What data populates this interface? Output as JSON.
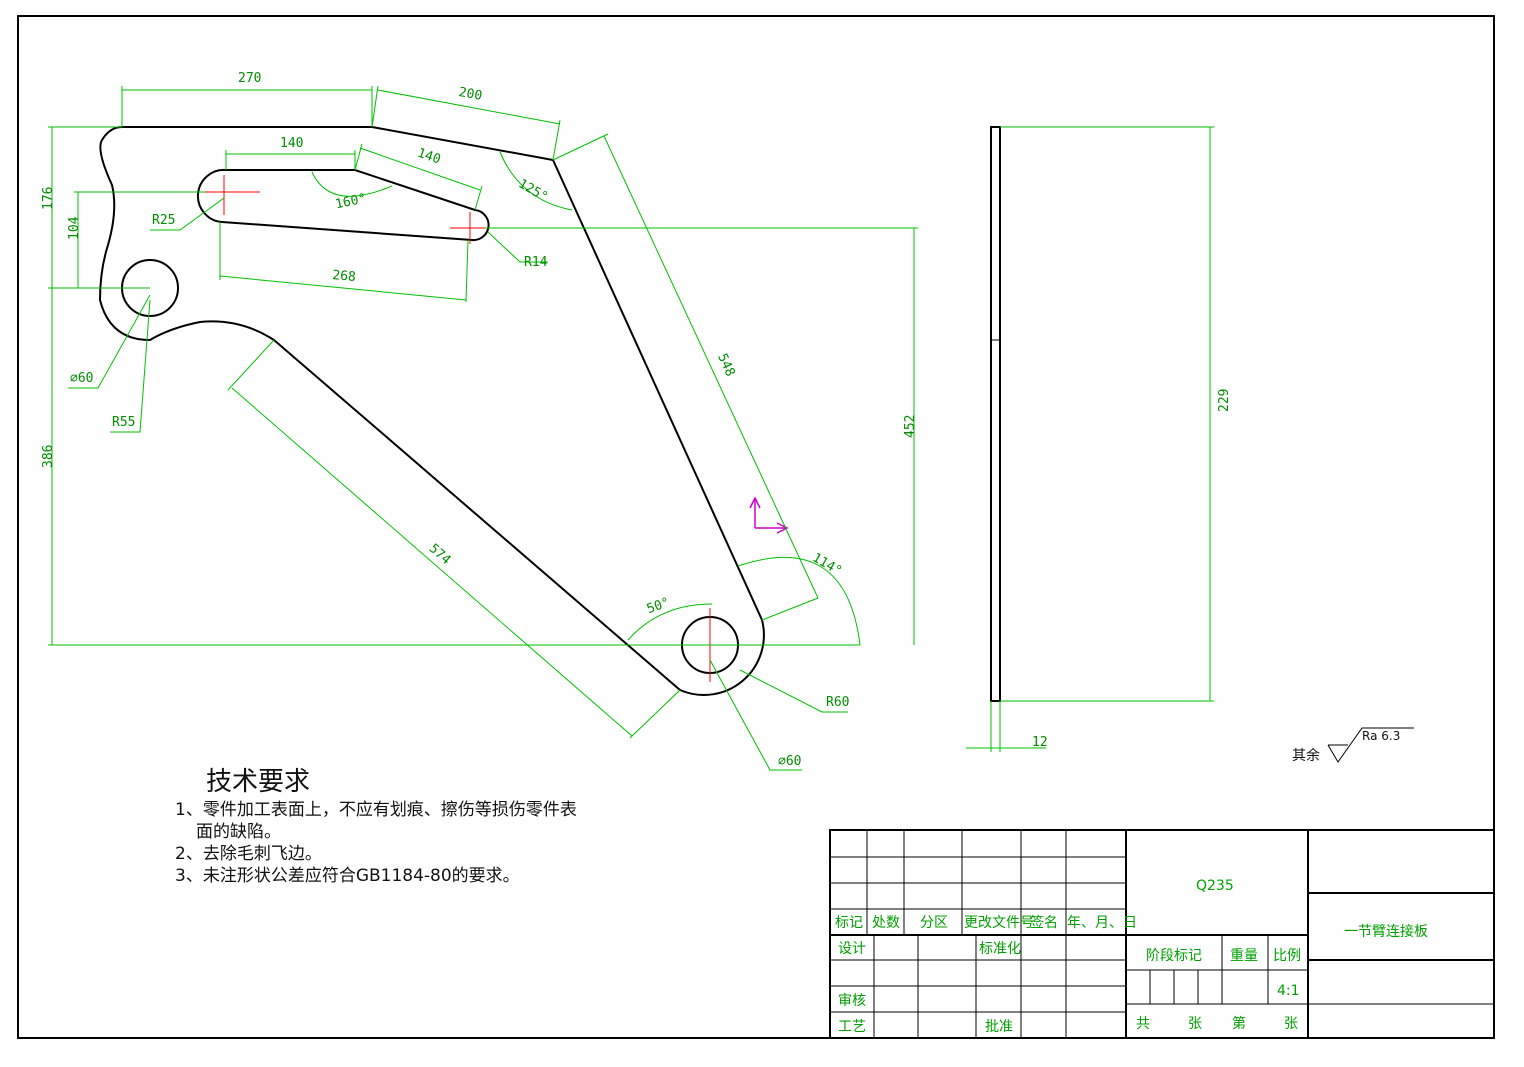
{
  "colors": {
    "outline": "#000000",
    "dimension": "#00c000",
    "text": "#008c00",
    "centerline": "#ff0000",
    "axis_marker": "#cc00cc"
  },
  "dimensions": {
    "d270": "270",
    "d200": "200",
    "d140a": "140",
    "d140b": "140",
    "d176": "176",
    "d104": "104",
    "d386": "386",
    "d268": "268",
    "d548": "548",
    "d452": "452",
    "d574": "574",
    "d229": "229",
    "d12": "12"
  },
  "angles": {
    "a160": "160°",
    "a125": "125°",
    "a114": "114°",
    "a50": "50°"
  },
  "radii": {
    "r25": "R25",
    "r14": "R14",
    "r55": "R55",
    "r60": "R60",
    "phi60a": "⌀60",
    "phi60b": "⌀60"
  },
  "roughness": {
    "prefix": "其余",
    "value": "Ra 6.3"
  },
  "tech_requirements": {
    "title": "技术要求",
    "item1_line1": "1、零件加工表面上，不应有划痕、擦伤等损伤零件表",
    "item1_line2": "面的缺陷。",
    "item2": "2、去除毛刺飞边。",
    "item3": "3、未注形状公差应符合GB1184-80的要求。"
  },
  "title_block": {
    "h_mark": "标记",
    "h_count": "处数",
    "h_zone": "分区",
    "h_doc": "更改文件号",
    "h_sign": "签名",
    "h_date": "年、月、日",
    "design": "设计",
    "standard": "标准化",
    "review": "审核",
    "process": "工艺",
    "approve": "批准",
    "material": "Q235",
    "part_name": "一节臂连接板",
    "stage": "阶段标记",
    "weight": "重量",
    "scale_label": "比例",
    "scale": "4:1",
    "total": "共",
    "sheets1": "张",
    "sheet_no": "第",
    "sheets2": "张"
  }
}
